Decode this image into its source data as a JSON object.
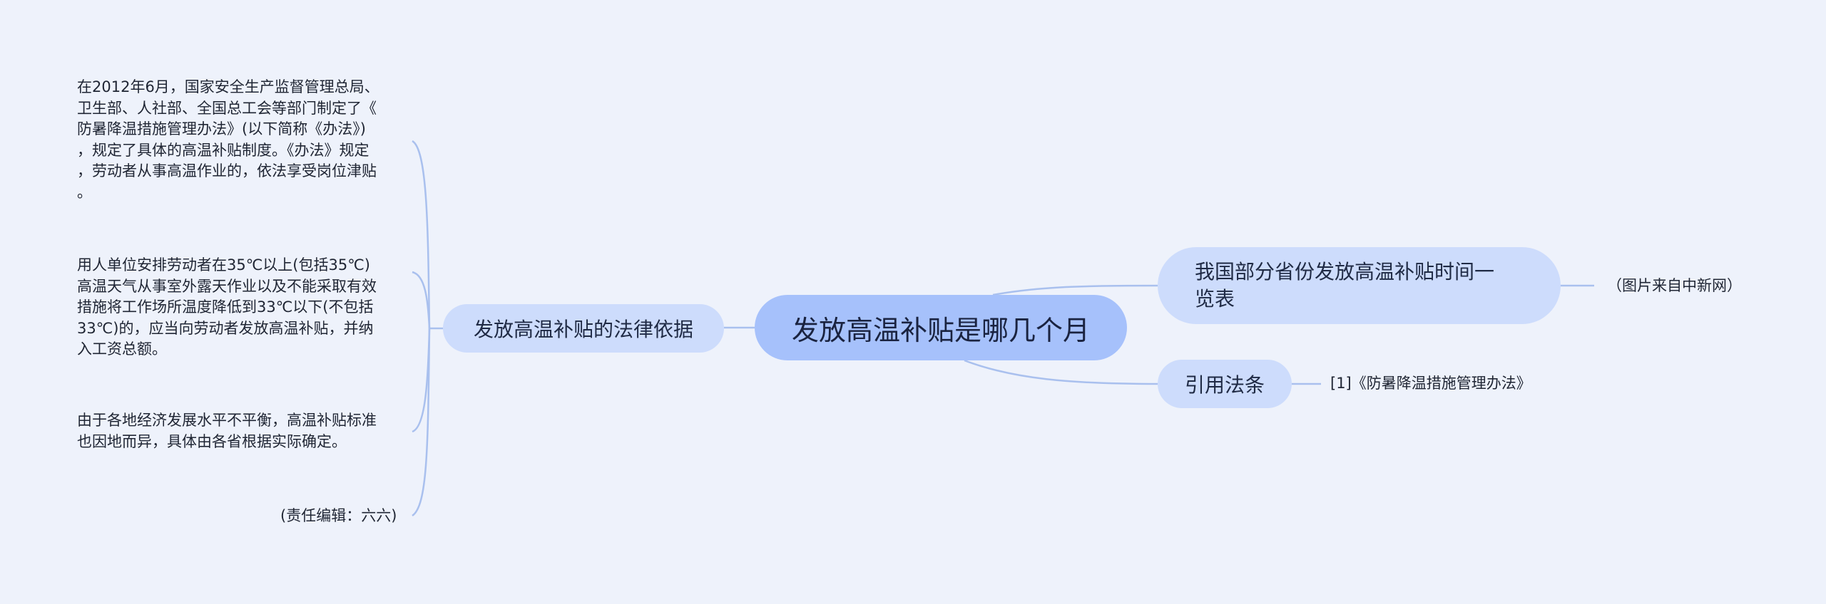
{
  "root": {
    "label": "发放高温补贴是哪几个月"
  },
  "left_branch": {
    "label": "发放高温补贴的法律依据",
    "leaves": [
      {
        "lines": [
          "在2012年6月，国家安全生产监督管理总局、",
          "卫生部、人社部、全国总工会等部门制定了《",
          "防暑降温措施管理办法》(以下简称《办法》)",
          "，规定了具体的高温补贴制度。《办法》规定",
          "，劳动者从事高温作业的，依法享受岗位津贴",
          "。"
        ]
      },
      {
        "lines": [
          "用人单位安排劳动者在35℃以上(包括35℃)",
          "高温天气从事室外露天作业以及不能采取有效",
          "措施将工作场所温度降低到33℃以下(不包括",
          "33℃)的，应当向劳动者发放高温补贴，并纳",
          "入工资总额。"
        ]
      },
      {
        "lines": [
          "由于各地经济发展水平不平衡，高温补贴标准",
          "也因地而异，具体由各省根据实际确定。"
        ]
      },
      {
        "lines": [
          "(责任编辑：六六)"
        ]
      }
    ]
  },
  "right_branches": [
    {
      "label_lines": [
        "我国部分省份发放高温补贴时间一",
        "览表"
      ],
      "leaf": "（图片来自中新网）"
    },
    {
      "label_lines": [
        "引用法条"
      ],
      "leaf": "[1]《防暑降温措施管理办法》"
    }
  ],
  "colors": {
    "background": "#eef2fb",
    "root": "#a6c1fb",
    "branch": "#cddcfc",
    "connector": "#a9c0ee"
  }
}
